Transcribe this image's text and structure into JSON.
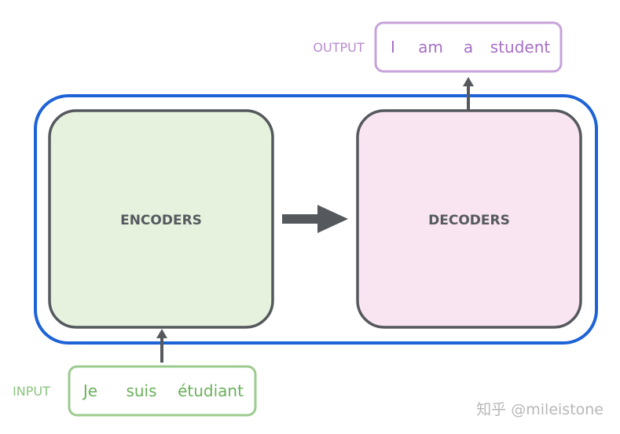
{
  "encoder": {
    "label": "ENCODERS"
  },
  "decoder": {
    "label": "DECODERS"
  },
  "output": {
    "label": "OUTPUT",
    "words": [
      "I",
      "am",
      "a",
      "student"
    ]
  },
  "input": {
    "label": "INPUT",
    "words": [
      "Je",
      "suis",
      "étudiant"
    ]
  },
  "watermark": "知乎 @mileistone",
  "colors": {
    "container_border": "#1e63d6",
    "block_border": "#55595d",
    "encoder_fill": "#e6f2de",
    "decoder_fill": "#f9e4f1",
    "output_border": "#c7a3d9",
    "input_border": "#9ccb8f",
    "arrow": "#55595d"
  }
}
